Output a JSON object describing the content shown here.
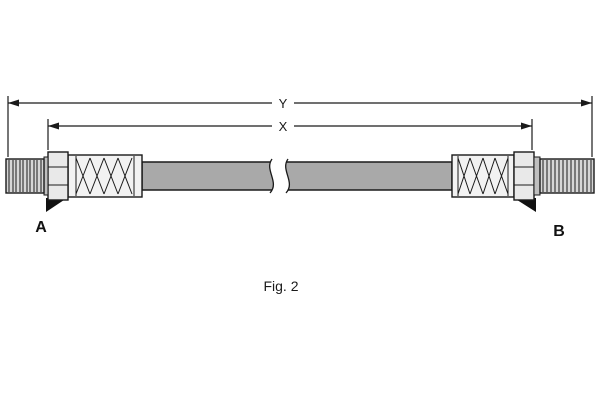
{
  "figure": {
    "caption": "Fig. 2",
    "labels": {
      "a": "A",
      "b": "B"
    },
    "dimensions": {
      "outer": "Y",
      "inner": "X"
    }
  },
  "colors": {
    "line": "#1a1a1a",
    "hose": "#a9a9a9",
    "stud": "#d6d6d6",
    "nut": "#e9e9e9",
    "ferrule": "#f2f2f2",
    "washer": "#bfbfbf",
    "seal": "#111111",
    "background": "#ffffff"
  }
}
